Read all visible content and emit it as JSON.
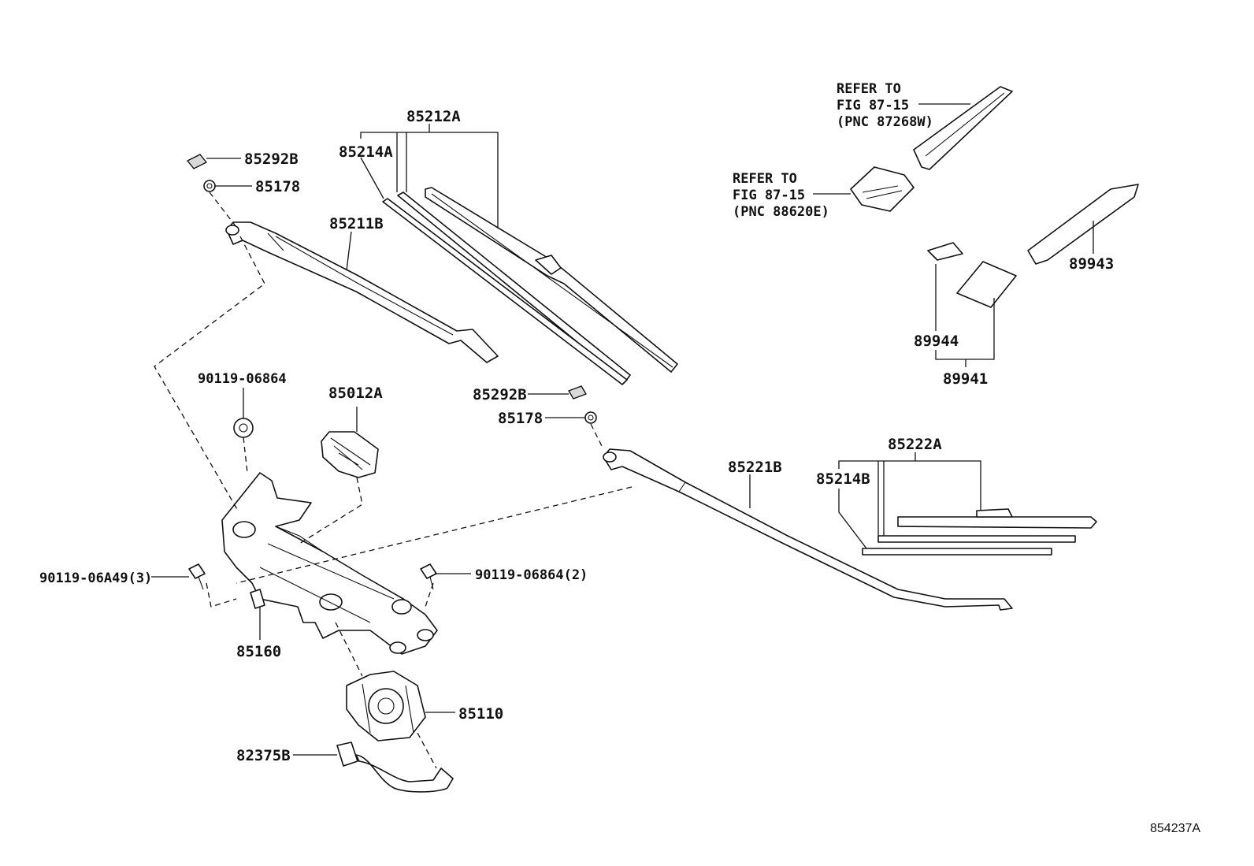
{
  "figure_id": "854237A",
  "labels": {
    "l_85292B_a": "85292B",
    "l_85178_a": "85178",
    "l_85212A": "85212A",
    "l_85214A": "85214A",
    "l_85211B": "85211B",
    "l_90119_06864": "90119-06864",
    "l_85012A": "85012A",
    "l_85292B_b": "85292B",
    "l_85178_b": "85178",
    "l_85221B": "85221B",
    "l_85222A": "85222A",
    "l_85214B": "85214B",
    "l_90119_06A49_3": "90119-06A49(3)",
    "l_90119_06864_2": "90119-06864(2)",
    "l_85160": "85160",
    "l_85110": "85110",
    "l_82375B": "82375B",
    "l_89944": "89944",
    "l_89941": "89941",
    "l_89943": "89943"
  },
  "refer_1": {
    "line1": "REFER TO",
    "line2": "FIG 87-15",
    "line3": "(PNC 87268W)"
  },
  "refer_2": {
    "line1": "REFER TO",
    "line2": "FIG 87-15",
    "line3": "(PNC 88620E)"
  }
}
